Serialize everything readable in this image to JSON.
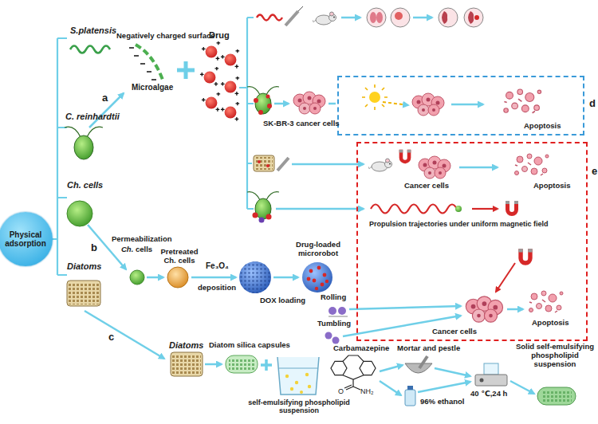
{
  "diagram": {
    "nodes": [
      {
        "text": [
          "Physical adsorption"
        ]
      },
      {
        "text": [
          "d",
          "Apoptosis"
        ]
      },
      {
        "text": [
          "e",
          "Cancer cells",
          "Apoptosis",
          "Propulsion trajectories under uniform magnetic field",
          "Cancer cells",
          "Apoptosis"
        ]
      }
    ],
    "labels": [
      "S.platensis",
      "C. reinhardtii",
      "Ch. cells",
      "Diatoms",
      "Negatively charged surface",
      "Microalgae",
      "Drug",
      "a",
      "SK-BR-3 cancer cells",
      "b",
      "Permeabilization",
      "Ch.",
      "cells",
      "Pretreated Ch. cells",
      "Fe₃O₄",
      "deposition",
      "Drug-loaded microrobot",
      "DOX loading",
      "Rolling",
      "Tumbling",
      "c",
      "Diatoms",
      "Diatom silica capsules",
      "Carbamazepine",
      "O",
      "NH₂",
      "self-emulsifying phospholipid suspension",
      "Mortar and pestle",
      "96% ethanol",
      "40 ℃,24 h",
      "Solid self-emulsifying phospholipid suspension"
    ]
  }
}
